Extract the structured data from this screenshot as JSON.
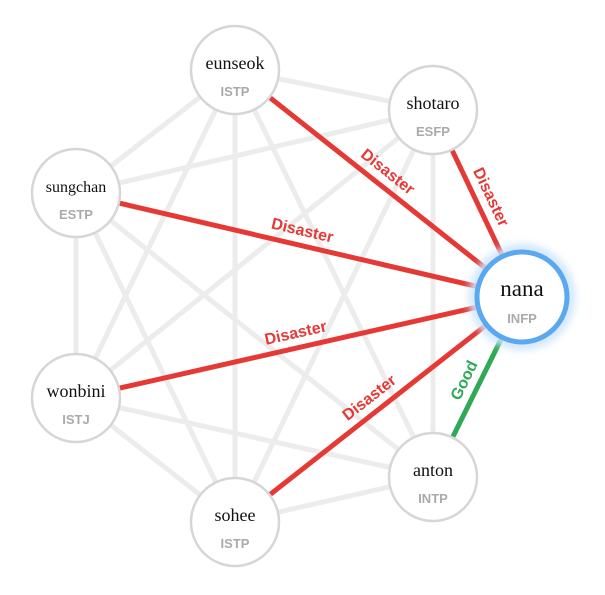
{
  "graph": {
    "nodes": [
      {
        "id": "eunseok",
        "name": "eunseok",
        "type": "ISTP"
      },
      {
        "id": "shotaro",
        "name": "shotaro",
        "type": "ESFP"
      },
      {
        "id": "sungchan",
        "name": "sungchan",
        "type": "ESTP"
      },
      {
        "id": "nana",
        "name": "nana",
        "type": "INFP",
        "highlighted": true
      },
      {
        "id": "wonbini",
        "name": "wonbini",
        "type": "ISTJ"
      },
      {
        "id": "anton",
        "name": "anton",
        "type": "INTP"
      },
      {
        "id": "sohee",
        "name": "sohee",
        "type": "ISTP"
      }
    ],
    "relations": [
      {
        "from": "eunseok",
        "to": "nana",
        "label": "Disaster",
        "color": "#e53935"
      },
      {
        "from": "shotaro",
        "to": "nana",
        "label": "Disaster",
        "color": "#e53935"
      },
      {
        "from": "sungchan",
        "to": "nana",
        "label": "Disaster",
        "color": "#e53935"
      },
      {
        "from": "wonbini",
        "to": "nana",
        "label": "Disaster",
        "color": "#e53935"
      },
      {
        "from": "sohee",
        "to": "nana",
        "label": "Disaster",
        "color": "#e53935"
      },
      {
        "from": "anton",
        "to": "nana",
        "label": "Good",
        "color": "#2eaa55"
      }
    ],
    "background_links": [
      [
        "eunseok",
        "shotaro"
      ],
      [
        "eunseok",
        "sungchan"
      ],
      [
        "eunseok",
        "wonbini"
      ],
      [
        "eunseok",
        "sohee"
      ],
      [
        "eunseok",
        "anton"
      ],
      [
        "shotaro",
        "sungchan"
      ],
      [
        "shotaro",
        "wonbini"
      ],
      [
        "shotaro",
        "sohee"
      ],
      [
        "shotaro",
        "anton"
      ],
      [
        "sungchan",
        "wonbini"
      ],
      [
        "sungchan",
        "sohee"
      ],
      [
        "sungchan",
        "anton"
      ],
      [
        "wonbini",
        "sohee"
      ],
      [
        "wonbini",
        "anton"
      ],
      [
        "sohee",
        "anton"
      ]
    ],
    "colors": {
      "node_border": "#d6d6d6",
      "background_link": "#ececec",
      "highlight_ring": "#5aa8f0",
      "highlight_glow": "#cfe5fb"
    }
  }
}
